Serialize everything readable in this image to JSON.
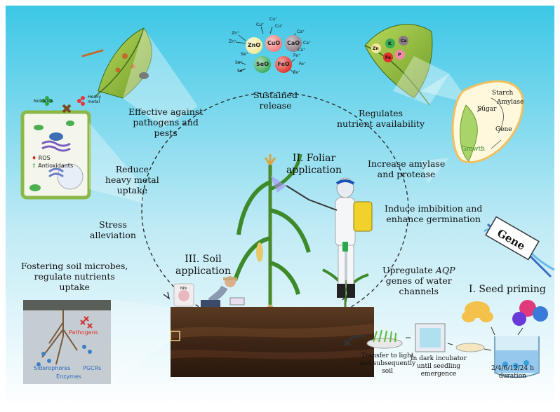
{
  "benefits": {
    "pathogens": "Effective against\npathogens and\npests",
    "sustained": "Sustained\nrelease",
    "nutrient": "Regulates\nnutrient availability",
    "heavy_metal": "Reduce\nheavy metal\nuptake",
    "amylase": "Increase amylase\nand protease",
    "stress": "Stress\nalleviation",
    "imbibition": "Induce imbibition and\nenhance germination",
    "microbes": "Fostering soil microbes,\nregulate nutrients\nuptake",
    "aqp_pre": "Upregulate ",
    "aqp_em": "AQP",
    "aqp_post": "\ngenes of water\nchannels"
  },
  "methods": {
    "foliar": "II. Foliar\napplication",
    "soil": "III. Soil\napplication",
    "seed": "I. Seed priming"
  },
  "cell": {
    "nutrients": "Nutrients",
    "heavy_metal": "Heavy\nmetal",
    "ros": "ROS",
    "antioxidants": "Antioxidants"
  },
  "nano_oxides": [
    "ZnO",
    "CuO",
    "CaO",
    "SeO",
    "FeO"
  ],
  "ions": {
    "zn": "Zn",
    "cu": "Cu",
    "ca": "Ca",
    "se": "Se",
    "fe": "Fe"
  },
  "leaf_elements": [
    "Zn",
    "K",
    "Ca",
    "Fe",
    "P"
  ],
  "seed_diagram": {
    "starch": "Starch",
    "amylase": "Amylase",
    "sugar": "Sugar",
    "gene": "Gene",
    "growth": "Growth"
  },
  "gene_label": "Gene",
  "soil_box": {
    "pathogens": "Pathogens",
    "siderophores": "Siderophores",
    "pgcrs": "PGCRs",
    "enzymes": "Enzymes"
  },
  "bag_label": "NPs",
  "process": {
    "step1": "Transfer to light\nand subsequently\nsoil",
    "step2": "In dark incubator\nuntil seedling\nemergence",
    "step3": "2/4/6/12/24 h\nduration"
  },
  "colors": {
    "sky_top": "#39c6e6",
    "sky_bottom": "#e8f8fc",
    "soil": "#4a2e1c",
    "zno": "#f3e89a",
    "cuo": "#f07a7a",
    "cao": "#8a7a84",
    "seo": "#3aaa55",
    "feo": "#e0312a"
  }
}
